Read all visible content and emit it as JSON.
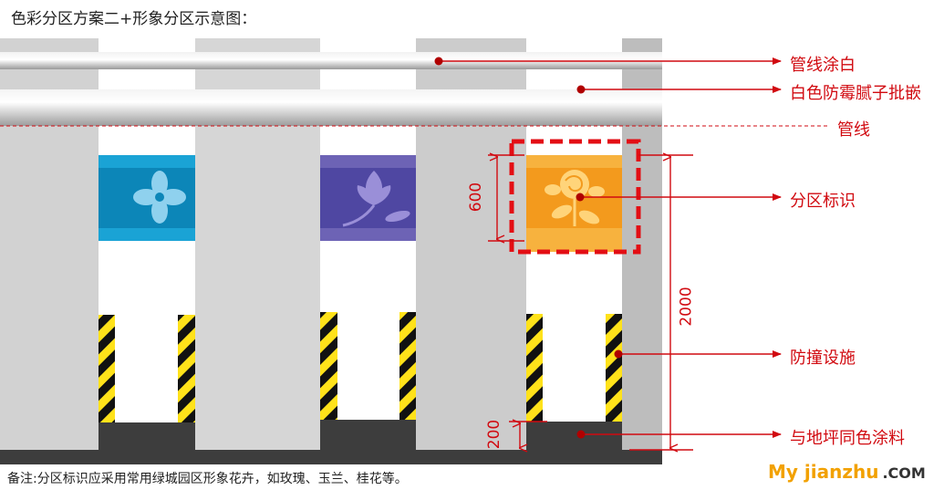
{
  "title": "色彩分区方案二+形象分区示意图：",
  "note": "备注:分区标识应采用常用绿城园区形象花卉，如玫瑰、玉兰、桂花等。",
  "watermark": {
    "brand": "My jianzhu",
    "suffix": ".COM"
  },
  "labels": {
    "pipe_paint": "管线涂白",
    "putty": "白色防霉腻子批嵌",
    "pipe": "管线",
    "zone_sign": "分区标识",
    "anti_collision": "防撞设施",
    "floor_paint": "与地坪同色涂料"
  },
  "dimensions": {
    "sign_height": "600",
    "band_height": "2000",
    "base_height": "200"
  },
  "colors": {
    "accent": "#d10a10",
    "zone_blue": "#1aa3d5",
    "zone_purple": "#6d63b5",
    "zone_orange": "#f7b23e",
    "column": "#d0d0d0",
    "floor": "#3d3d3d"
  },
  "icons": [
    "flower-blue-icon",
    "magnolia-icon",
    "rose-icon"
  ]
}
